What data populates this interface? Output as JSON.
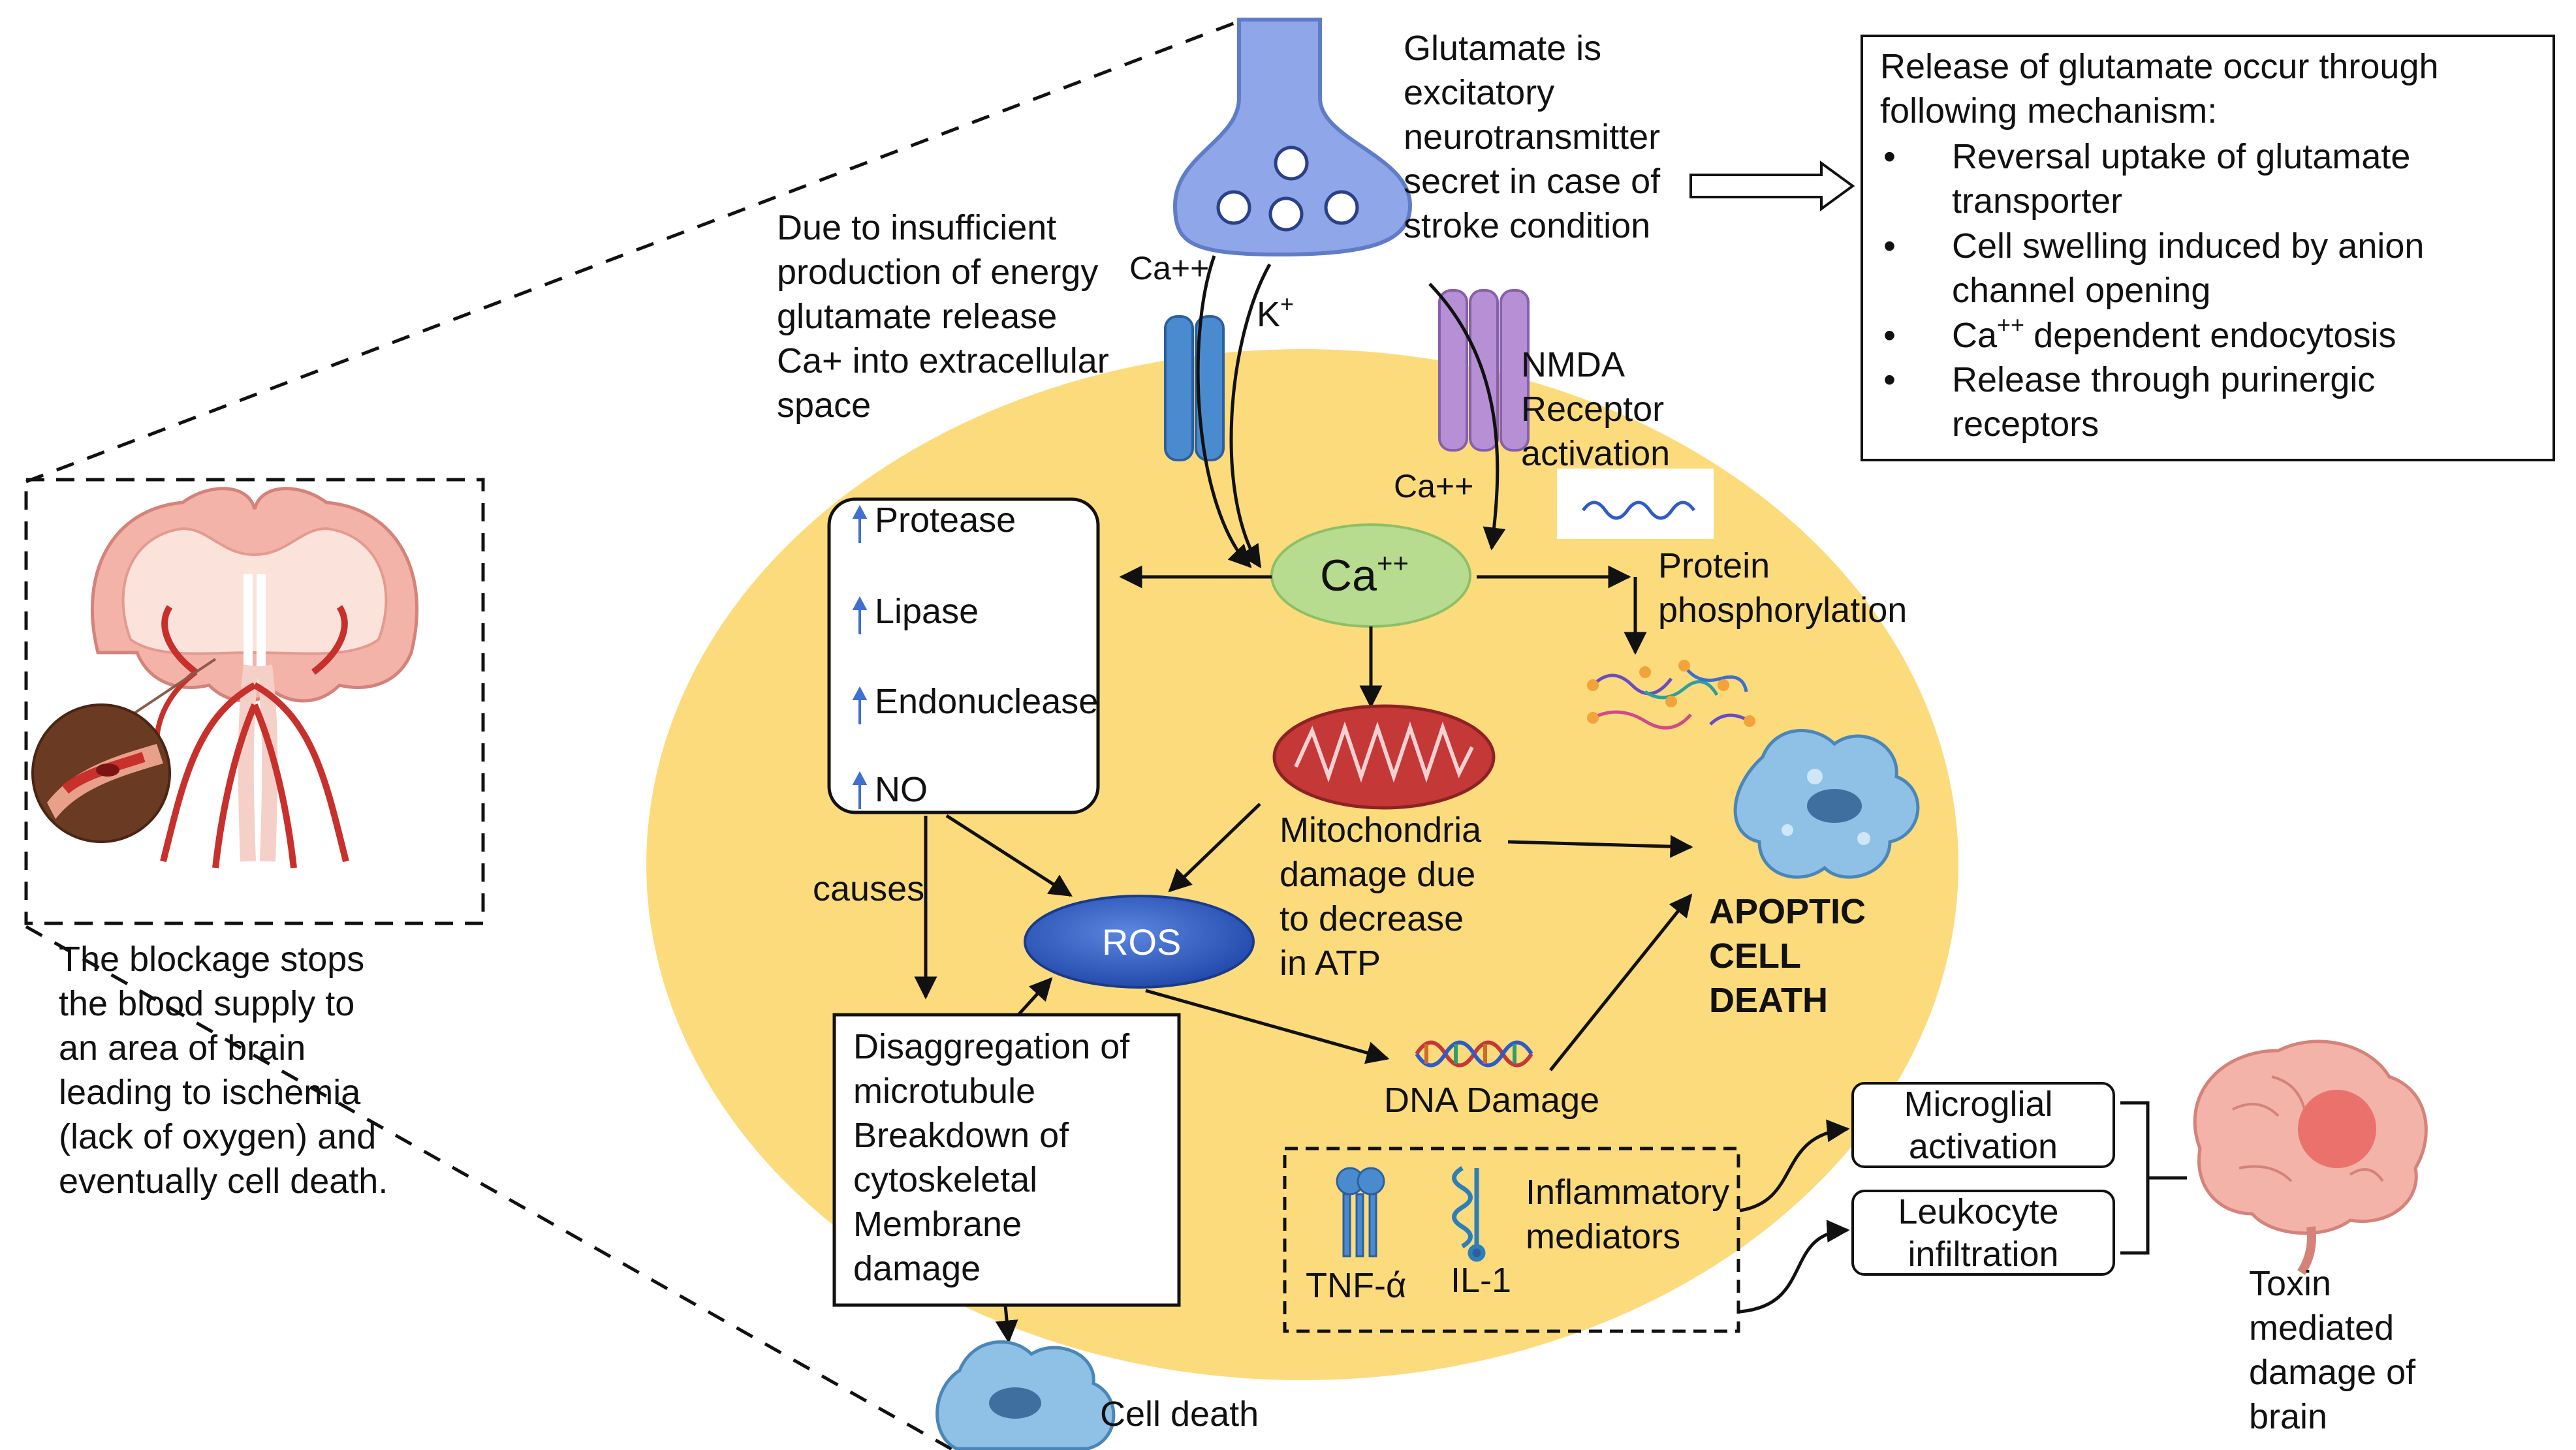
{
  "glutamate_note": [
    "Glutamate is",
    "excitatory",
    "neurotransmitter",
    "secret in case of",
    "stroke condition"
  ],
  "release_box": {
    "heading": [
      "Release of glutamate occur through",
      "following mechanism:"
    ],
    "items": [
      [
        "Reversal uptake of glutamate",
        "transporter"
      ],
      [
        "Cell swelling induced by anion",
        "channel opening"
      ],
      [
        "dependent endocytosis"
      ],
      [
        "Release through purinergic",
        "receptors"
      ]
    ],
    "ca_symbol": "Ca",
    "ca_sup": "++"
  },
  "energy_note": [
    "Due to insufficient",
    "production of energy",
    "glutamate release",
    "Ca+ into extracellular",
    "space"
  ],
  "ion_labels": {
    "ca_left": "Ca++",
    "k": "K",
    "k_sup": "+",
    "ca_right": "Ca++"
  },
  "nmda_label": [
    "NMDA",
    "Receptor",
    "activation"
  ],
  "ca_center": {
    "symbol": "Ca",
    "sup": "++"
  },
  "enzyme_box": [
    "Protease",
    "Lipase",
    "Endonuclease",
    "NO"
  ],
  "protein_label": [
    "Protein",
    "phosphorylation"
  ],
  "mito_label": [
    "Mitochondria",
    "damage due",
    "to  decrease",
    "in ATP"
  ],
  "apoptotic_label": [
    "APOPTIC",
    "CELL",
    "DEATH"
  ],
  "causes_label": "causes",
  "ros_label": "ROS",
  "disagg_box": [
    "Disaggregation of",
    "microtubule",
    "Breakdown of",
    "cytoskeletal",
    "Membrane",
    "damage"
  ],
  "dna_label": "DNA Damage",
  "inflam": {
    "label": [
      "Inflammatory",
      "mediators"
    ],
    "tnf": "TNF-ά",
    "il1": "IL-1"
  },
  "microglial": [
    "Microglial",
    "activation"
  ],
  "leukocyte": [
    "Leukocyte",
    "infiltration"
  ],
  "toxin_label": [
    "Toxin",
    "mediated",
    "damage of",
    "brain"
  ],
  "blockage_note": [
    "The blockage stops",
    "the blood supply to",
    "an area of brain",
    "leading to ischemia",
    "(lack of oxygen) and",
    "eventually cell death."
  ],
  "cell_death_label": "Cell death",
  "colors": {
    "cell_body": "#fcdb7c",
    "synapse": "#8fa6e8",
    "ca_ellipse": "#b7dc8f",
    "ros": "#2f5bc8",
    "mito": "#c43838",
    "nmda": "#b68fd4",
    "channel": "#4a8bd0",
    "brain": "#f4b3a8",
    "vessel": "#c8302c"
  }
}
